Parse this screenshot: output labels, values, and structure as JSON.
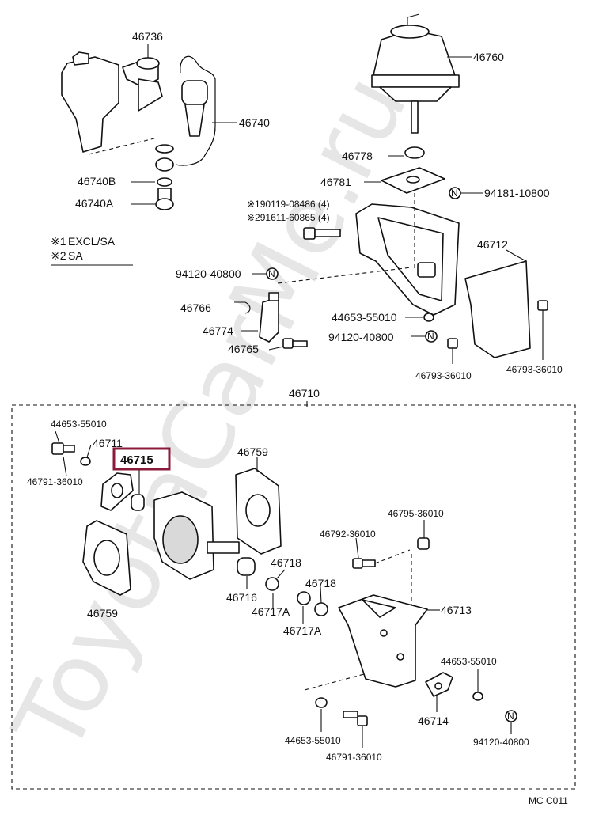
{
  "watermark": "ToyotaCarMe.ru",
  "legend": {
    "items": [
      {
        "mark": "※1",
        "text": "EXCL/SA"
      },
      {
        "mark": "※2",
        "text": "SA"
      }
    ]
  },
  "group_label": "46710",
  "highlighted_part": "46715",
  "highlight_color": "#8b1a3a",
  "footer_code": "MC C011",
  "labels": {
    "p46736": "46736",
    "p46760": "46760",
    "p46740": "46740",
    "p46778": "46778",
    "p46781": "46781",
    "p46740B": "46740B",
    "p46740A": "46740A",
    "p94181": "94181-10800",
    "note1": "※190119-08486 (4)",
    "note2": "※291611-60865 (4)",
    "p46712": "46712",
    "p94120a": "94120-40800",
    "p46766": "46766",
    "p44653a": "44653-55010",
    "p46774": "46774",
    "p94120b": "94120-40800",
    "p46765": "46765",
    "p46793a": "46793-36010",
    "p46793b": "46793-36010",
    "p44653b": "44653-55010",
    "p46711": "46711",
    "p46791a": "46791-36010",
    "p46759a": "46759",
    "p46795": "46795-36010",
    "p46792": "46792-36010",
    "p46759b": "46759",
    "p46718a": "46718",
    "p46716": "46716",
    "p46718b": "46718",
    "p46717Aa": "46717A",
    "p46713": "46713",
    "p46717Ab": "46717A",
    "p44653c": "44653-55010",
    "p46714": "46714",
    "p44653d": "44653-55010",
    "p46791b": "46791-36010",
    "p94120c": "94120-40800"
  }
}
